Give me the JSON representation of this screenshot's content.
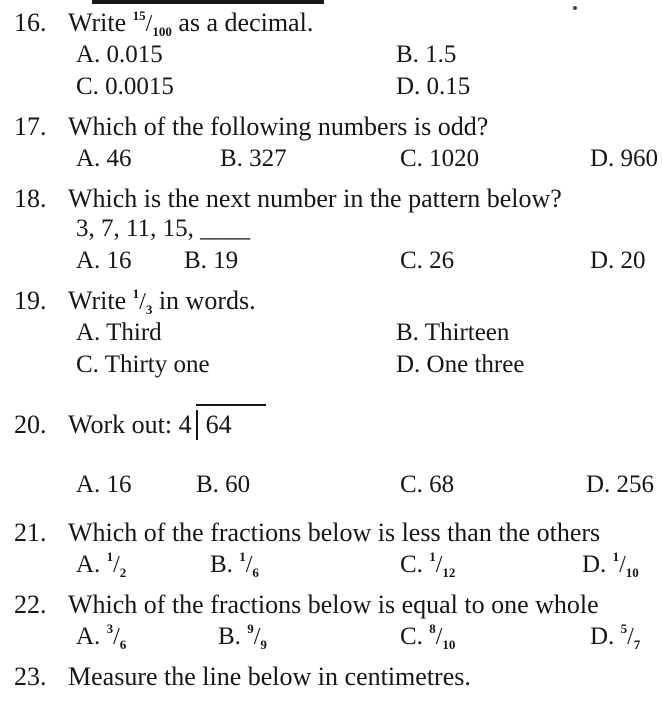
{
  "questions": [
    {
      "number": "16.",
      "prefix": "Write",
      "frac": {
        "num": "15",
        "den": "100"
      },
      "suffix": "as a decimal.",
      "options": [
        {
          "label": "A. 0.015"
        },
        {
          "label": "B. 1.5"
        },
        {
          "label": "C. 0.0015"
        },
        {
          "label": "D. 0.15"
        }
      ]
    },
    {
      "number": "17.",
      "text": "Which of the following numbers is odd?",
      "options": [
        {
          "label": "A. 46"
        },
        {
          "label": "B. 327"
        },
        {
          "label": "C. 1020"
        },
        {
          "label": "D. 960"
        }
      ]
    },
    {
      "number": "18.",
      "text": "Which is the next number in the pattern below?",
      "pattern": "3, 7, 11, 15, ____",
      "options": [
        {
          "label": "A. 16"
        },
        {
          "label": "B. 19"
        },
        {
          "label": "C. 26"
        },
        {
          "label": "D. 20"
        }
      ]
    },
    {
      "number": "19.",
      "prefix": "Write",
      "frac": {
        "num": "1",
        "den": "3"
      },
      "suffix": "in words.",
      "options": [
        {
          "label": "A. Third"
        },
        {
          "label": "B. Thirteen"
        },
        {
          "label": "C. Thirty one"
        },
        {
          "label": "D. One three"
        }
      ]
    },
    {
      "number": "20.",
      "prefix": "Work out: 4",
      "dividend": "64",
      "options": [
        {
          "label": "A. 16"
        },
        {
          "label": "B. 60"
        },
        {
          "label": "C. 68"
        },
        {
          "label": "D. 256"
        }
      ]
    },
    {
      "number": "21.",
      "text": "Which of the fractions below is less than the others",
      "options": [
        {
          "letter": "A.",
          "num": "1",
          "den": "2"
        },
        {
          "letter": "B.",
          "num": "1",
          "den": "6"
        },
        {
          "letter": "C.",
          "num": "1",
          "den": "12"
        },
        {
          "letter": "D.",
          "num": "1",
          "den": "10"
        }
      ]
    },
    {
      "number": "22.",
      "text": "Which of the fractions below is equal to one whole",
      "options": [
        {
          "letter": "A.",
          "num": "3",
          "den": "6"
        },
        {
          "letter": "B.",
          "num": "9",
          "den": "9"
        },
        {
          "letter": "C.",
          "num": "8",
          "den": "10"
        },
        {
          "letter": "D.",
          "num": "5",
          "den": "7"
        }
      ]
    },
    {
      "number": "23.",
      "text": "Measure the line below in centimetres."
    }
  ]
}
